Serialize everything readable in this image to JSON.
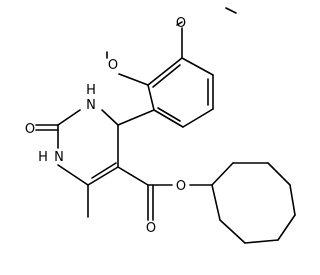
{
  "structure": {
    "atoms": {
      "o_methoxy_top": "O",
      "o_methoxy_left": "O",
      "nh_upper": "H",
      "n_upper": "N",
      "o_carbonyl": "O",
      "nh_lower": "H",
      "n_lower": "N",
      "o_ester": "O",
      "o_ester_carbonyl": "O"
    },
    "colors": {
      "bond": "#000000",
      "label": "#000000",
      "background": "#ffffff"
    }
  }
}
